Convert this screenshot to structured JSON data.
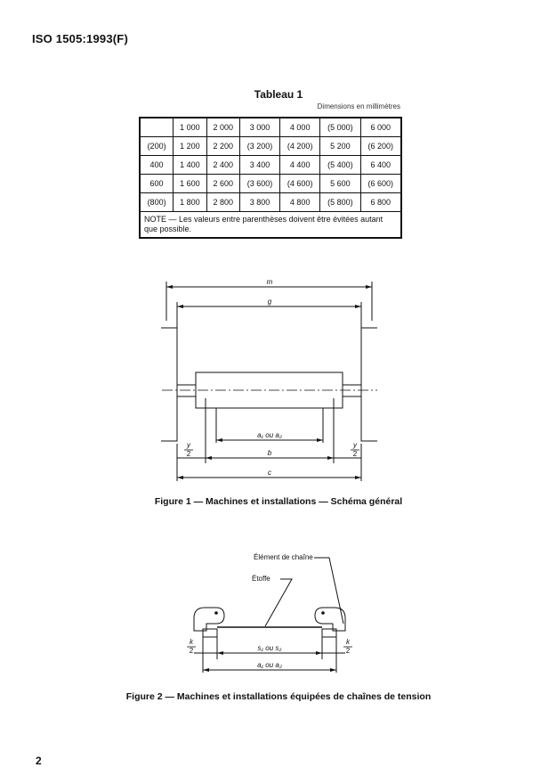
{
  "header": {
    "doc_id": "ISO 1505:1993(F)"
  },
  "table": {
    "title": "Tableau 1",
    "units": "Dimensions en millimètres",
    "rows": [
      [
        "",
        "1 000",
        "2 000",
        "3 000",
        "4 000",
        "(5 000)",
        "6 000"
      ],
      [
        "(200)",
        "1 200",
        "2 200",
        "(3 200)",
        "(4 200)",
        "5 200",
        "(6 200)"
      ],
      [
        "400",
        "1 400",
        "2 400",
        "3 400",
        "4 400",
        "(5 400)",
        "6 400"
      ],
      [
        "600",
        "1 600",
        "2 600",
        "(3 600)",
        "(4 600)",
        "5 600",
        "(6 600)"
      ],
      [
        "(800)",
        "1 800",
        "2 800",
        "3 800",
        "4 800",
        "(5 800)",
        "6 800"
      ]
    ],
    "note": "NOTE — Les valeurs entre parenthèses doivent être évitées autant que possible."
  },
  "figure1": {
    "labels": {
      "m": "m",
      "g": "g",
      "a": "a₁ ou a₂",
      "b": "b",
      "c": "c",
      "y": "y",
      "two": "2"
    },
    "caption": "Figure 1 — Machines et installations — Schéma général"
  },
  "figure2": {
    "labels": {
      "element": "Élément de chaîne",
      "etoffe": "Étoffe",
      "k": "k",
      "two": "2",
      "s": "s₁ ou s₂",
      "a": "a₁ ou a₂"
    },
    "caption": "Figure 2 — Machines et installations équipées de chaînes de tension"
  },
  "page_number": "2"
}
